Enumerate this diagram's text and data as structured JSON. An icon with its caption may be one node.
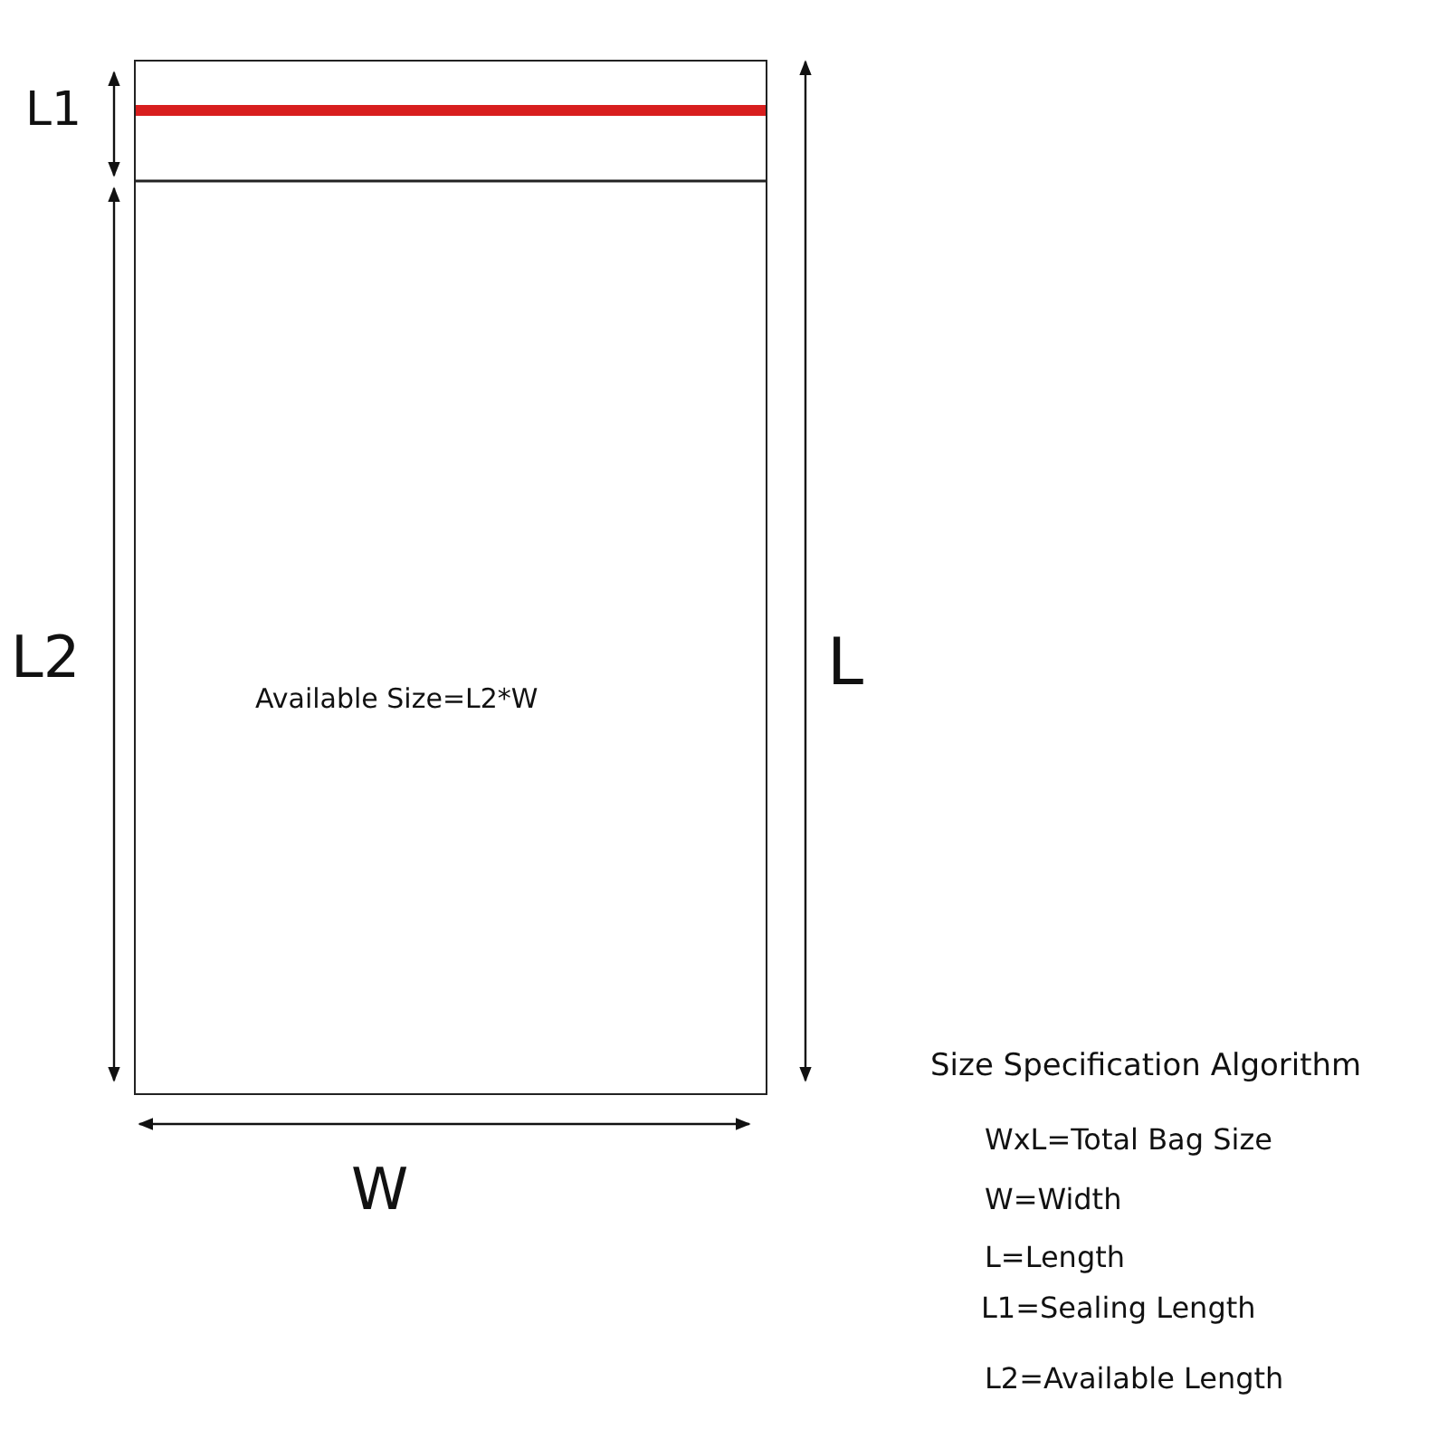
{
  "diagram": {
    "nodes": [
      {
        "text": [
          "Available Size=L2*W"
        ]
      }
    ],
    "labels": [
      "L1",
      "L2",
      "L",
      "W",
      "Size Specification Algorithm",
      "WxL=Total Bag Size",
      "W=Width",
      "L=Length",
      "L1=Sealing Length",
      "L2=Available Length"
    ]
  }
}
